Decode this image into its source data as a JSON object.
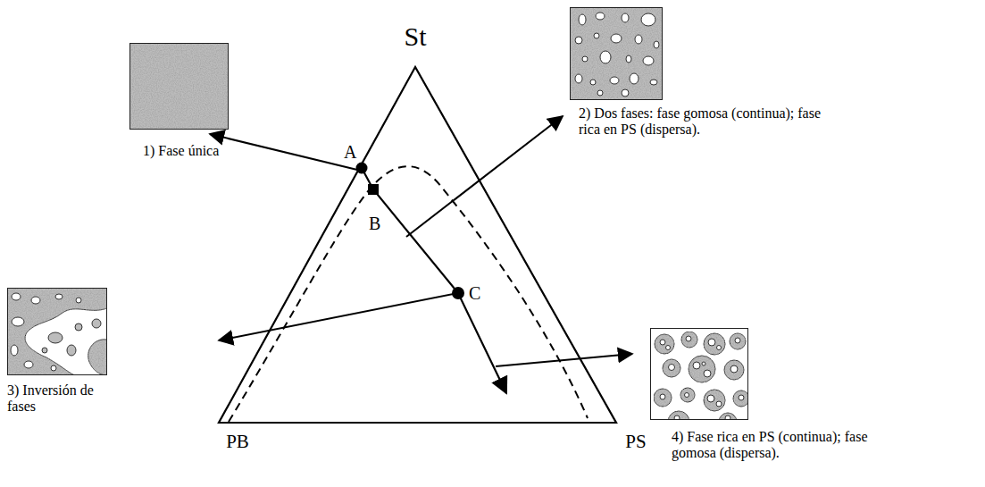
{
  "diagram": {
    "nodes": [
      {
        "text": [
          "1) Fase única"
        ]
      },
      {
        "text": [
          "2) Dos fases: fase gomosa (continua); fase rica en PS (dispersa)."
        ]
      },
      {
        "text": [
          "3) Inversión de fases"
        ]
      },
      {
        "text": [
          "4) Fase rica en PS (continua); fase gomosa (dispersa)."
        ]
      }
    ],
    "labels": [
      "St",
      "A",
      "B",
      "C",
      "PB",
      "PS"
    ]
  }
}
